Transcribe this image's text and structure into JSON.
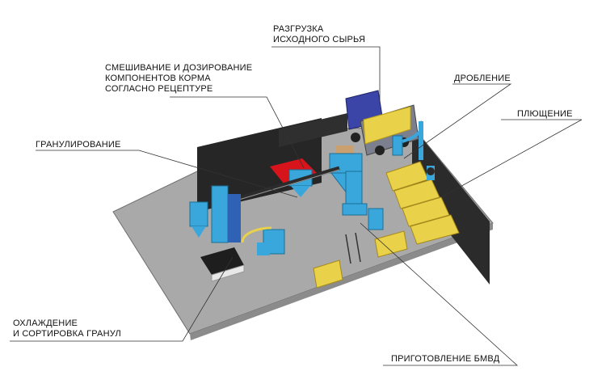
{
  "labels": {
    "unloading": "РАЗГРУЗКА\nИСХОДНОГО СЫРЬЯ",
    "mixing": "СМЕШИВАНИЕ И ДОЗИРОВАНИЕ\nКОМПОНЕНТОВ КОРМА\nСОГЛАСНО РЕЦЕПТУРЕ",
    "crushing": "ДРОБЛЕНИЕ",
    "flattening": "ПЛЮЩЕНИЕ",
    "granulation": "ГРАНУЛИРОВАНИЕ",
    "cooling": "ОХЛАЖДЕНИЕ\nИ СОРТИРОВКА ГРАНУЛ",
    "bmvd": "ПРИГОТОВЛЕНИЕ БМВД"
  },
  "colors": {
    "floor": "#a9a9a9",
    "wall": "#262626",
    "equipment": "#3aa7dc",
    "grain": "#e9d24a",
    "truck": "#3b45a8",
    "mixer_red": "#d7141b"
  }
}
